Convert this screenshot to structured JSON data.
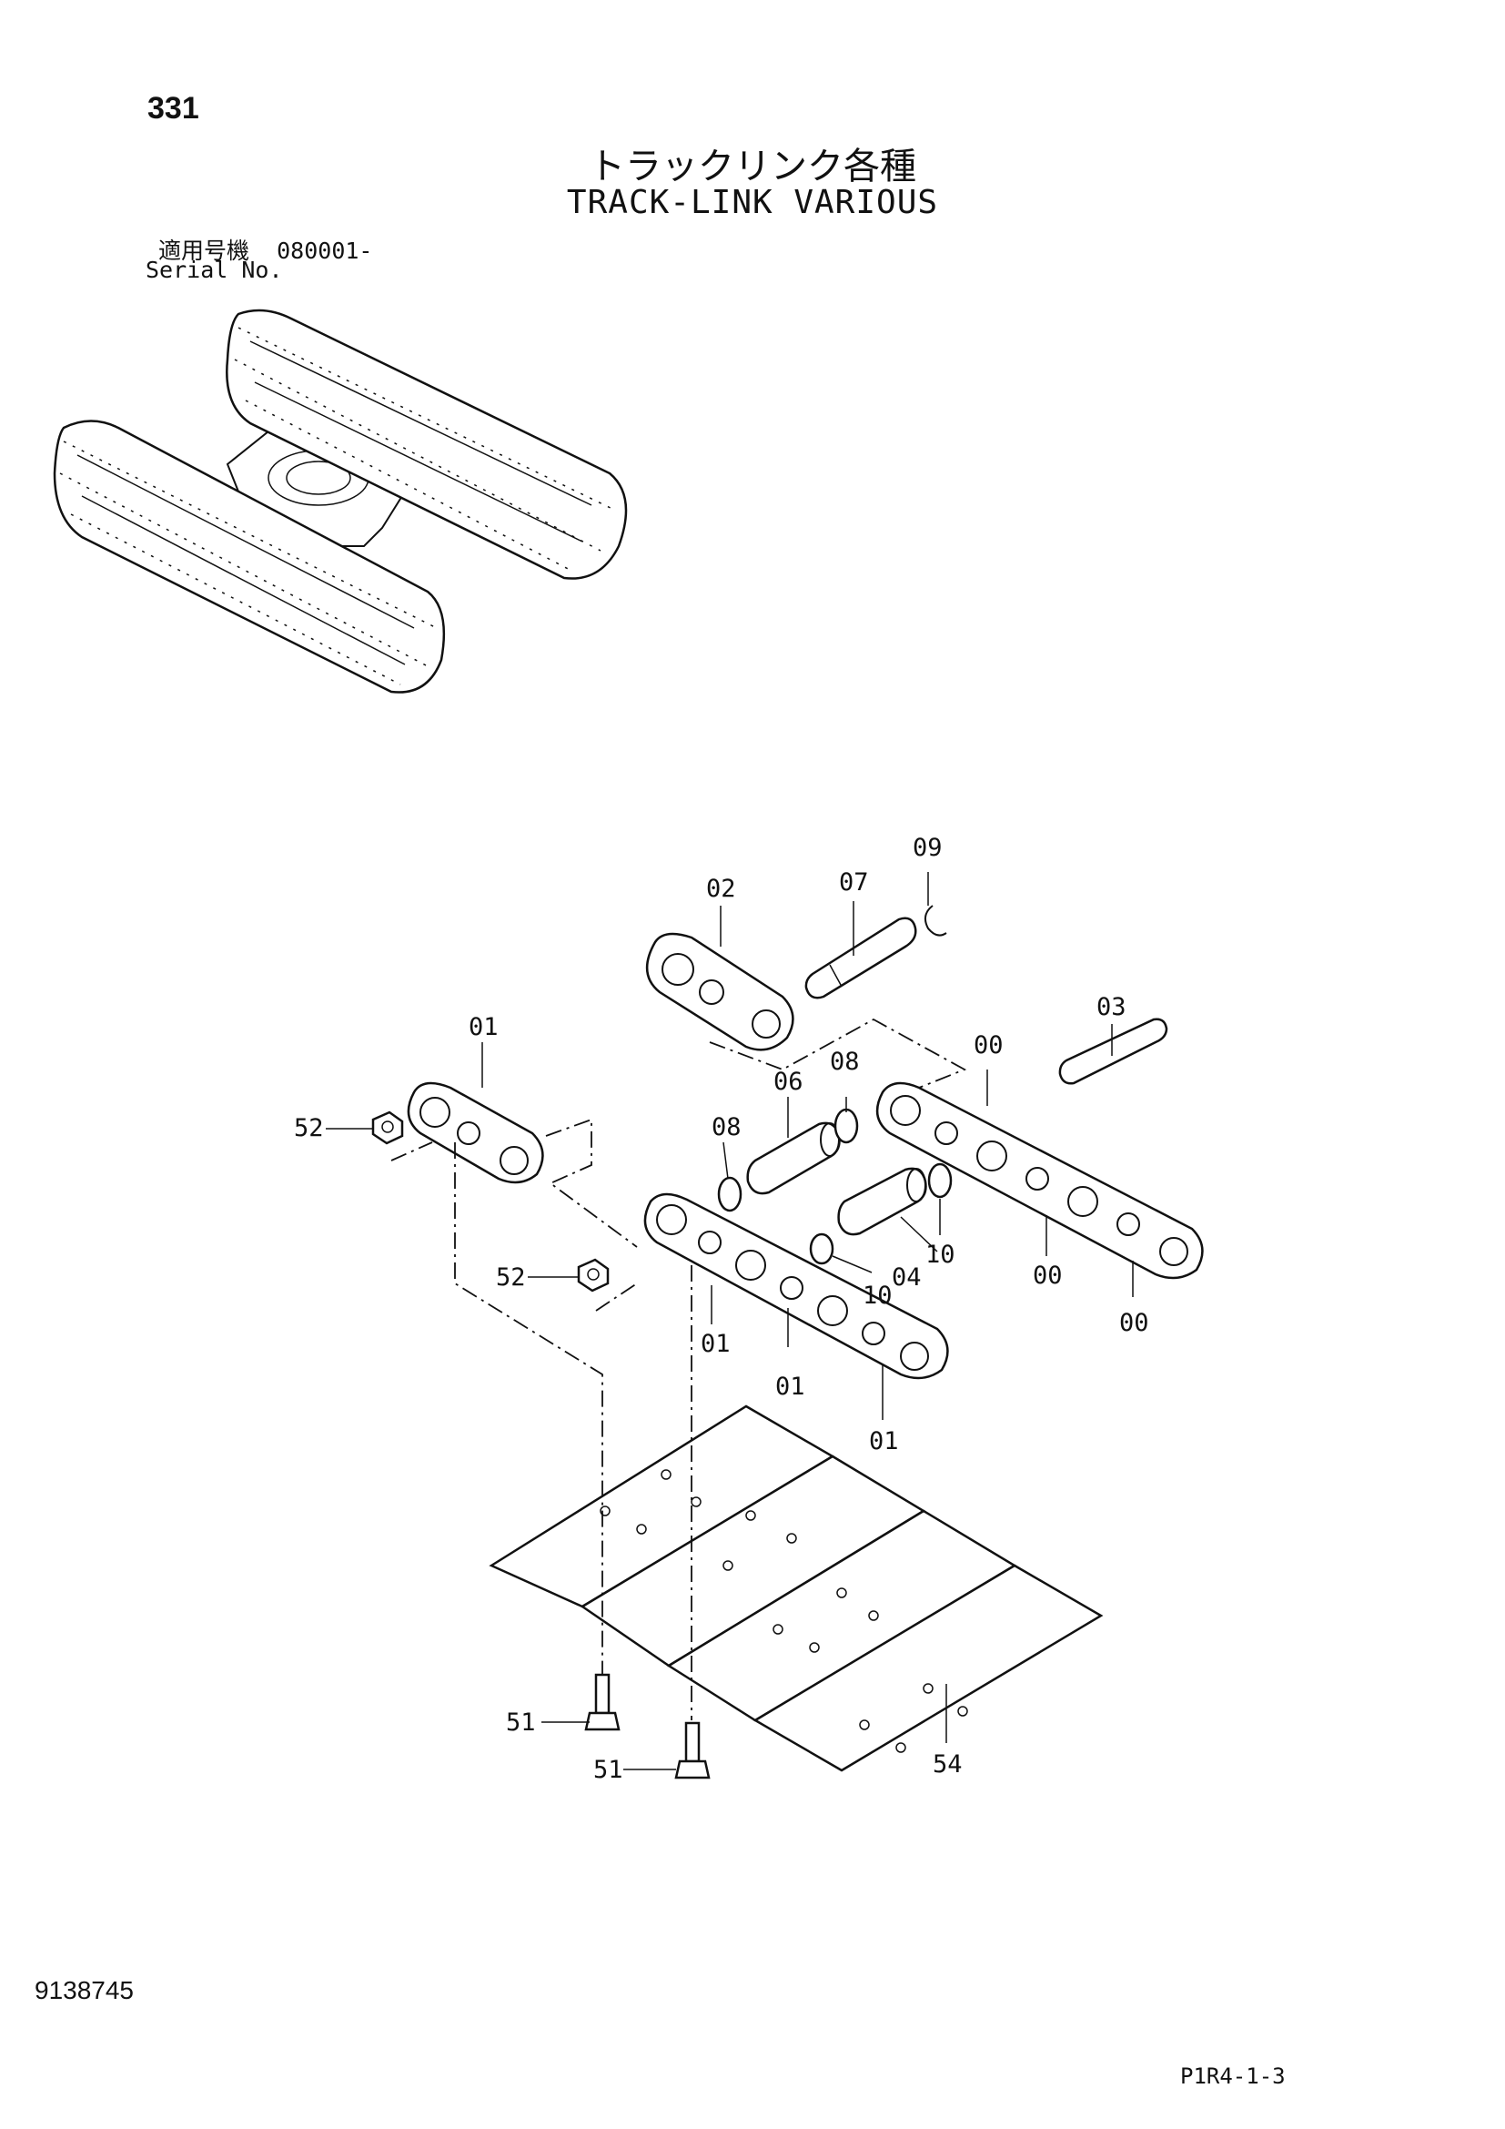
{
  "header": {
    "page_number": "331",
    "title_jp": "トラックリンク各種",
    "title_en": "TRACK-LINK VARIOUS",
    "serial_label_jp": "適用号機",
    "serial_value": "080001-",
    "serial_label_en": "Serial No."
  },
  "callouts": {
    "c09": "09",
    "c02": "02",
    "c07": "07",
    "c03": "03",
    "c01_top": "01",
    "c00_top": "00",
    "c08_upper": "08",
    "c06": "06",
    "c52_upper": "52",
    "c08_lower": "08",
    "c10_right": "10",
    "c04": "04",
    "c10_lower": "10",
    "c52_lower": "52",
    "c00_mid": "00",
    "c00_low": "00",
    "c01_a": "01",
    "c01_b": "01",
    "c01_c": "01",
    "c51_upper": "51",
    "c51_lower": "51",
    "c54": "54"
  },
  "footer": {
    "doc_number": "9138745",
    "page_code": "P1R4-1-3"
  }
}
